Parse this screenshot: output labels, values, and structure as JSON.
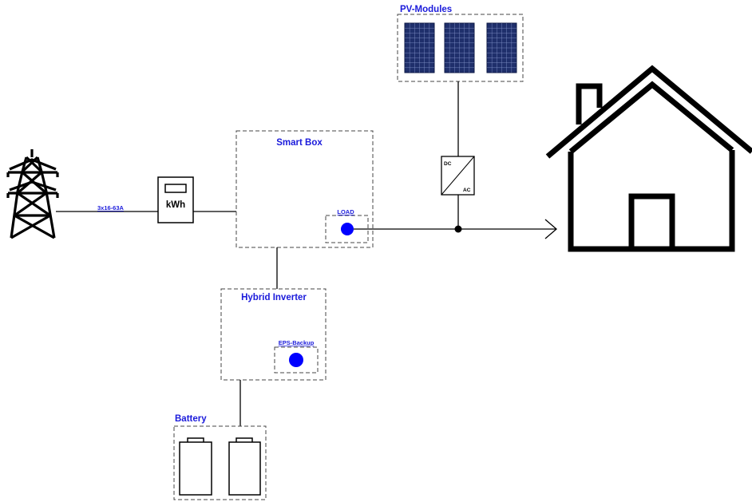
{
  "diagram": {
    "grid_cable_label": "3x16-63A",
    "meter_label": "kWh",
    "smart_box_title": "Smart Box",
    "load_label": "LOAD",
    "hybrid_inverter_title": "Hybrid Inverter",
    "eps_backup_label": "EPS-Backup",
    "battery_title": "Battery",
    "pv_modules_title": "PV-Modules",
    "converter_dc_label": "DC",
    "converter_ac_label": "AC",
    "accent_color": "#1a1adb",
    "port_color": "#0000ff",
    "panel_color": "#1f2f6b",
    "icons": [
      "transmission-tower-icon",
      "energy-meter-icon",
      "solar-panel-icon",
      "dc-ac-converter-icon",
      "house-icon",
      "battery-icon"
    ]
  }
}
